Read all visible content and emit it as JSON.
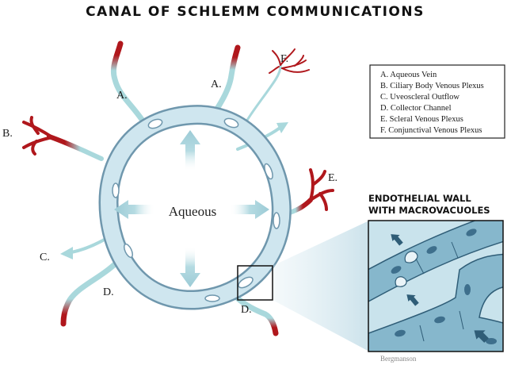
{
  "title": "CANAL OF SCHLEMM COMMUNICATIONS",
  "center_label": "Aqueous",
  "legend": [
    "A. Aqueous Vein",
    "B. Ciliary Body Venous Plexus",
    "C. Uveoscleral Outflow",
    "D. Collector Channel",
    "E. Scleral Venous Plexus",
    "F. Conjunctival Venous Plexus"
  ],
  "callouts": {
    "a1": "A.",
    "a2": "A.",
    "b": "B.",
    "c": "C.",
    "d1": "D.",
    "d2": "D.",
    "e": "E.",
    "f": "F."
  },
  "inset_title": [
    "ENDOTHELIAL WALL",
    "WITH MACROVACUOLES"
  ],
  "credit": "Bergmanson",
  "colors": {
    "canal_fill": "#cfe6ef",
    "canal_stroke": "#6f97ad",
    "vessel_teal": "#a9d8dc",
    "vein_red": "#b0171c",
    "arrow_fill": "#b5dbe2"
  }
}
